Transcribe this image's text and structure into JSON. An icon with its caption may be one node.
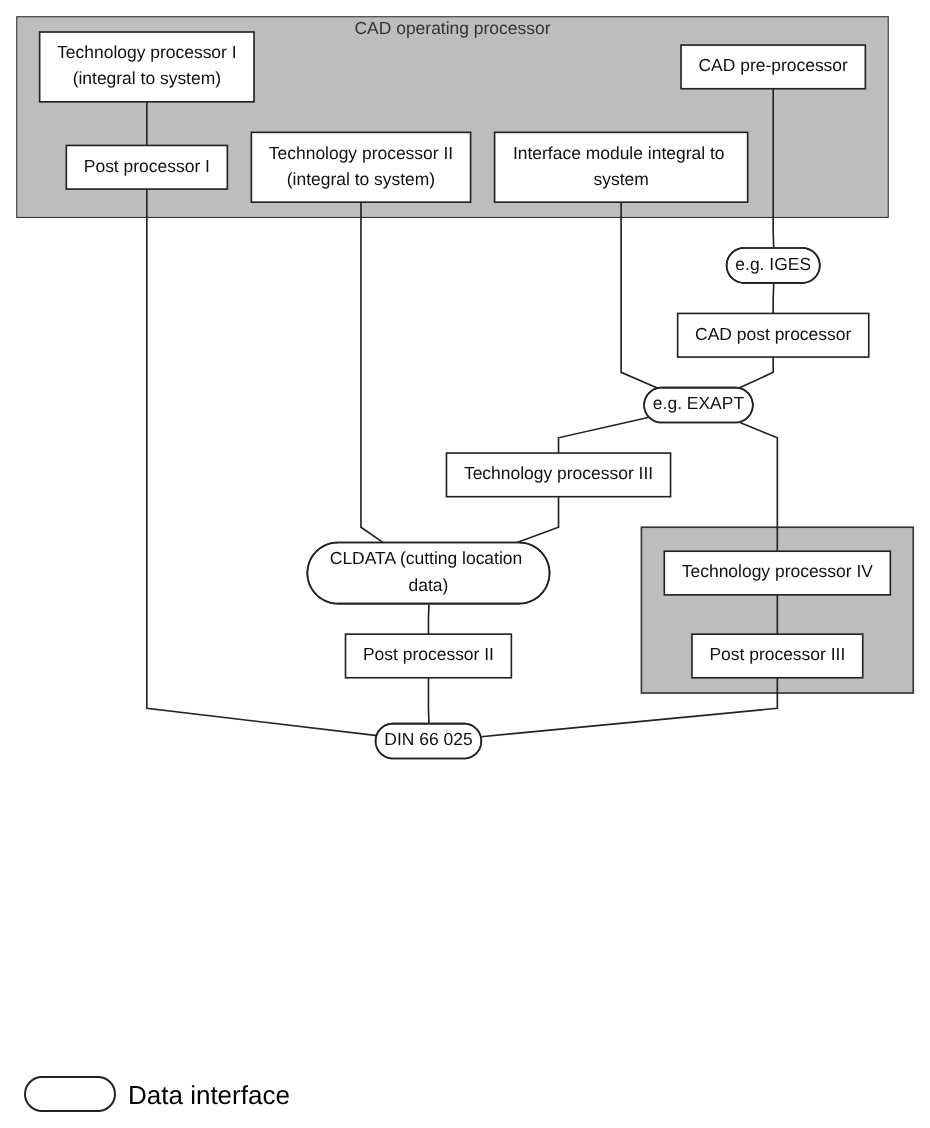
{
  "diagram": {
    "nodes": [
      {
        "text": [
          "CAD operating processor"
        ]
      },
      {
        "text": [
          "Technology processor I",
          "(integral to system)"
        ],
        "in": 0
      },
      {
        "text": [
          "Post processor I"
        ],
        "in": 0
      },
      {
        "text": [
          "Technology processor II",
          "(integral to system)"
        ],
        "in": 0
      },
      {
        "text": [
          "Interface module integral to system"
        ],
        "in": 0
      },
      {
        "text": [
          "CAD pre-processor"
        ],
        "in": 0
      },
      {
        "text": [
          "e.g. IGES"
        ]
      },
      {
        "text": [
          "CAD post processor"
        ]
      },
      {
        "text": [
          "e.g. EXAPT"
        ]
      },
      {
        "text": [
          "Technology processor III"
        ]
      },
      {
        "text": [],
        "shape": "box"
      },
      {
        "text": [
          "Technology processor IV"
        ],
        "in": 10
      },
      {
        "text": [
          "Post processor III"
        ],
        "in": 10
      },
      {
        "text": [
          "CLDATA (cutting location data)"
        ]
      },
      {
        "text": [
          "Post processor II"
        ]
      },
      {
        "text": [
          "DIN 66 025"
        ]
      }
    ],
    "edges": [
      {
        "from": 1,
        "to": 2,
        "arrow": "none"
      },
      {
        "from": 5,
        "to": 6,
        "arrow": "none"
      },
      {
        "from": 6,
        "to": 7,
        "arrow": "none"
      },
      {
        "from": 4,
        "to": 8,
        "arrow": "none"
      },
      {
        "from": 7,
        "to": 8,
        "arrow": "none"
      },
      {
        "from": 8,
        "to": 9,
        "arrow": "none"
      },
      {
        "from": 8,
        "to": 11,
        "arrow": "none"
      },
      {
        "from": 3,
        "to": 13,
        "arrow": "none"
      },
      {
        "from": 9,
        "to": 13,
        "arrow": "none"
      },
      {
        "from": 11,
        "to": 12,
        "arrow": "none"
      },
      {
        "from": 13,
        "to": 14,
        "arrow": "none"
      },
      {
        "from": 2,
        "to": 15,
        "arrow": "none"
      },
      {
        "from": 14,
        "to": 15,
        "arrow": "none"
      },
      {
        "from": 12,
        "to": 15,
        "arrow": "none"
      }
    ],
    "legend": [
      {
        "text": "Data interface"
      }
    ]
  }
}
